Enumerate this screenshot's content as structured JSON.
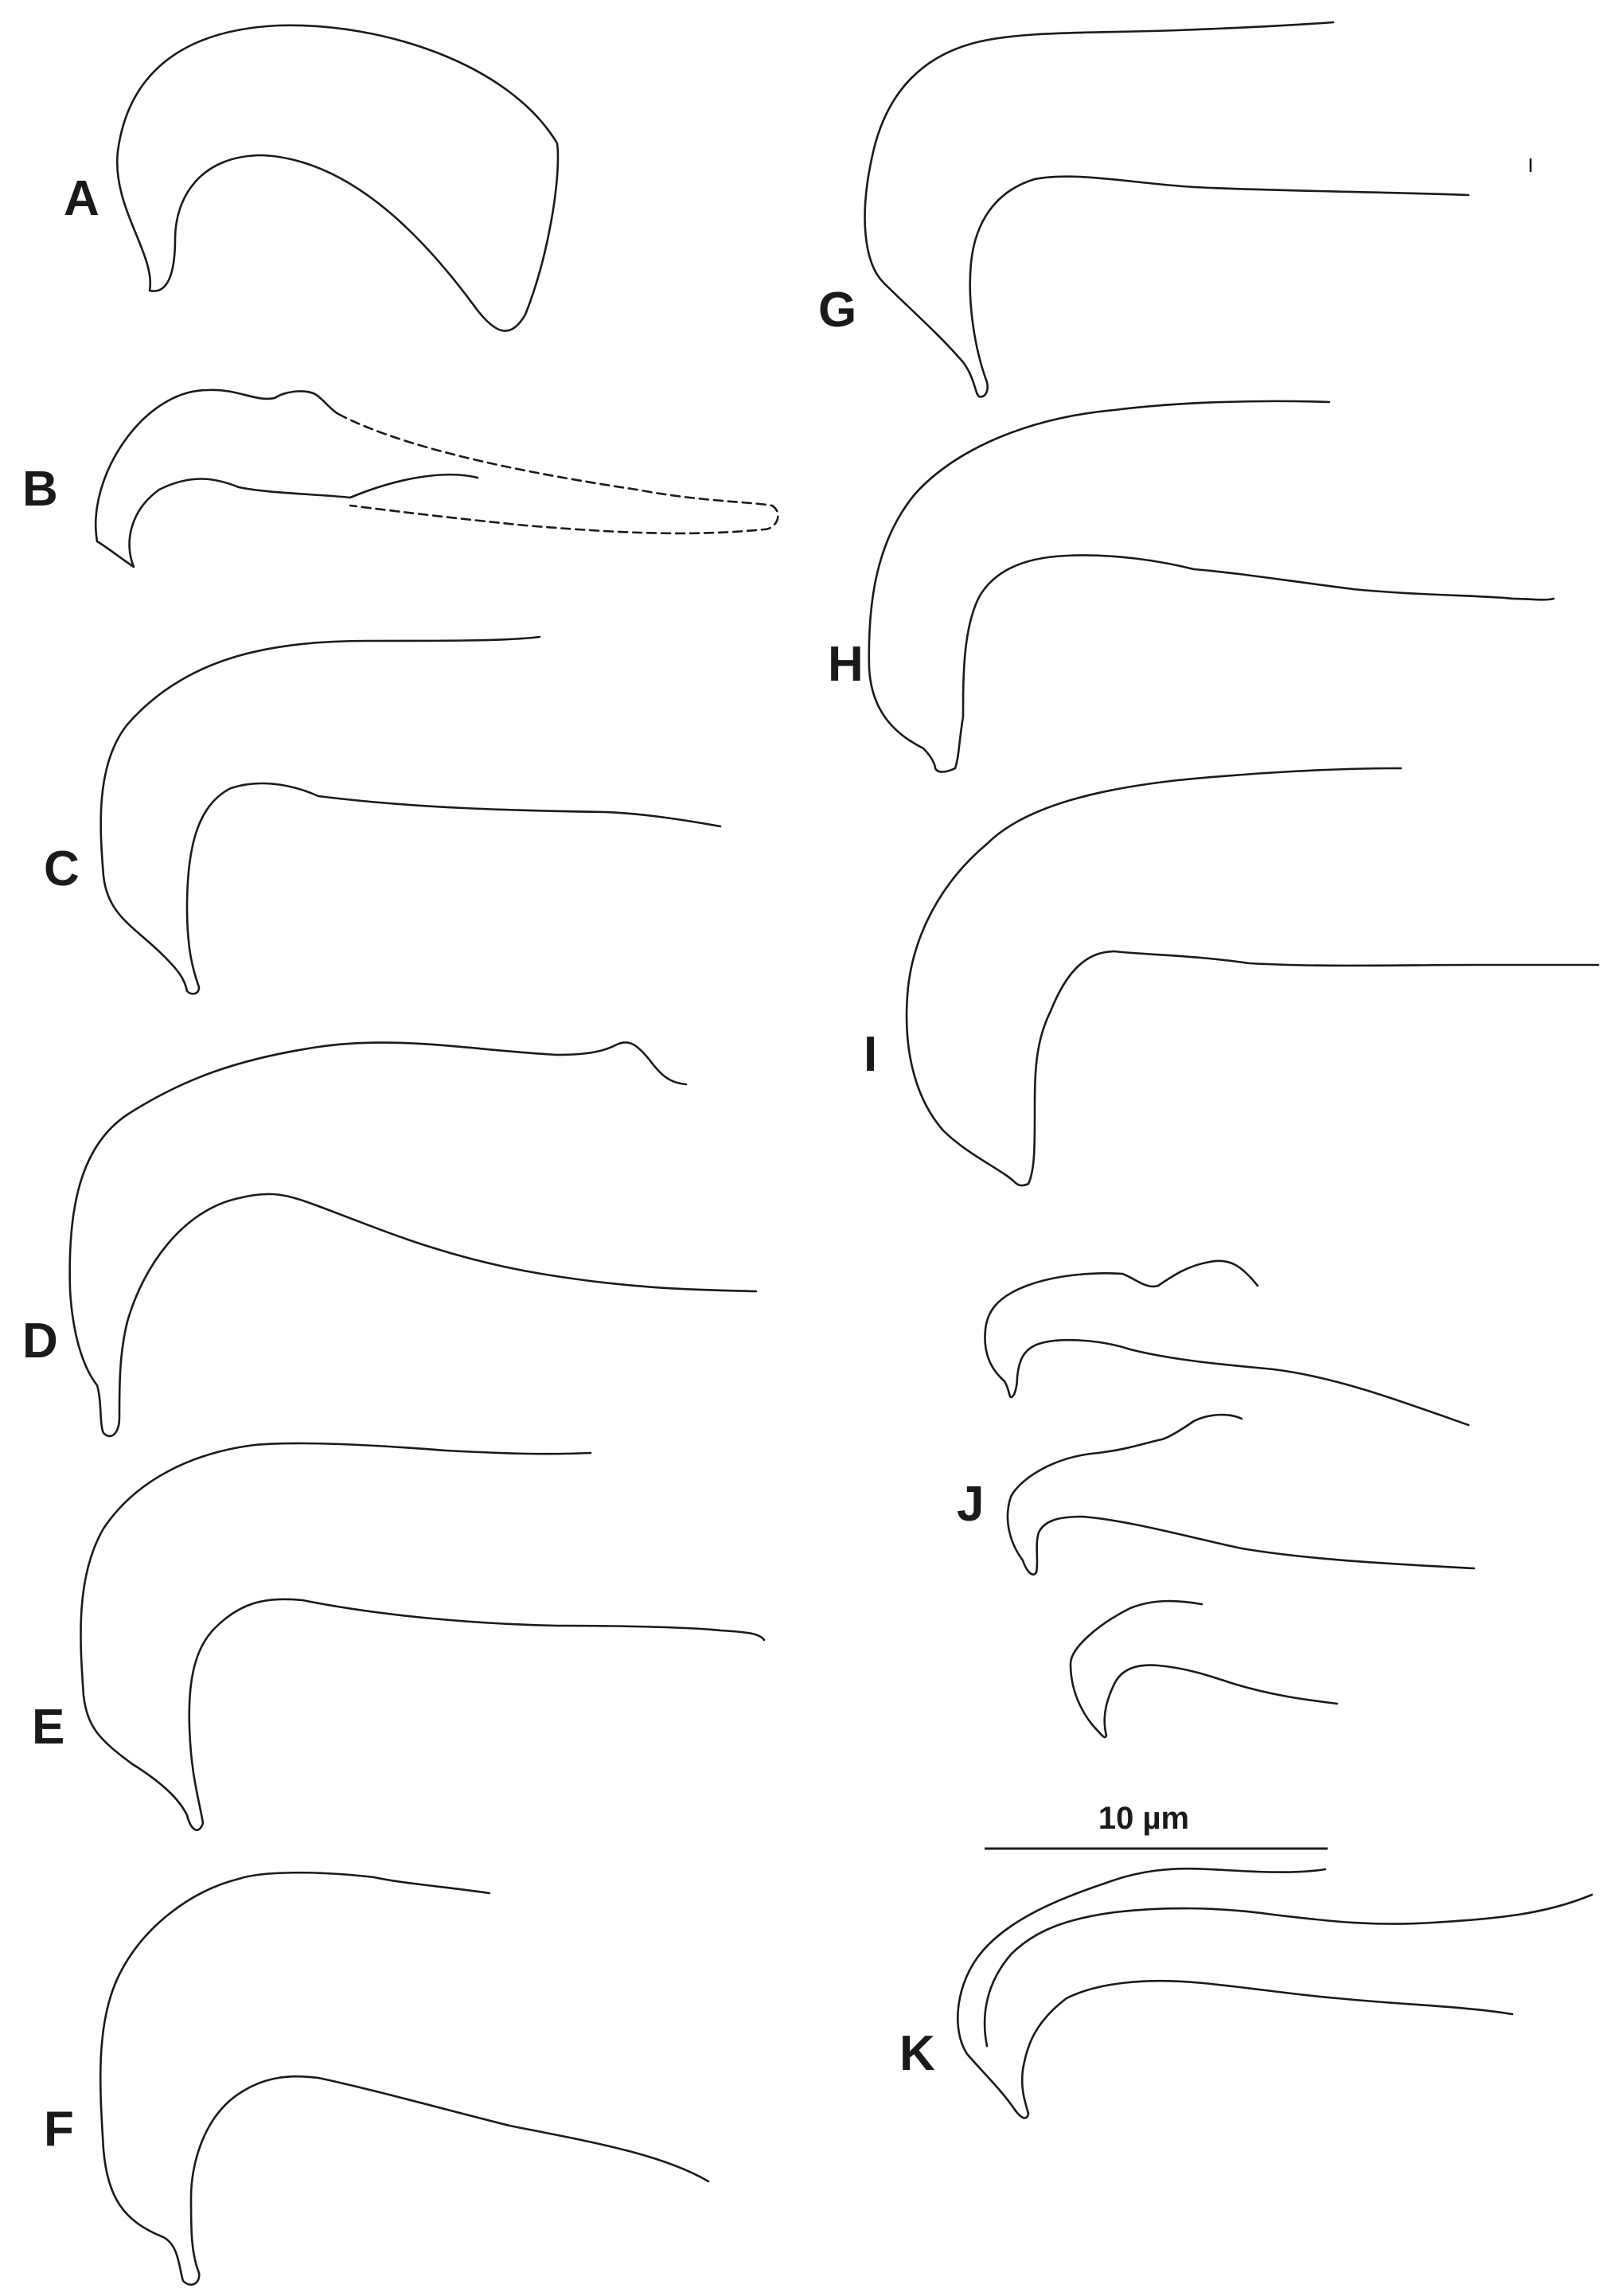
{
  "figure": {
    "panels": [
      {
        "id": "A",
        "label": "A"
      },
      {
        "id": "B",
        "label": "B"
      },
      {
        "id": "C",
        "label": "C"
      },
      {
        "id": "D",
        "label": "D"
      },
      {
        "id": "E",
        "label": "E"
      },
      {
        "id": "F",
        "label": "F"
      },
      {
        "id": "G",
        "label": "G"
      },
      {
        "id": "H",
        "label": "H"
      },
      {
        "id": "I",
        "label": "I"
      },
      {
        "id": "J",
        "label": "J"
      },
      {
        "id": "K",
        "label": "K"
      }
    ],
    "scale_bar": {
      "label": "10 µm"
    },
    "colors": {
      "stroke": "#1a1a1a",
      "background": "#ffffff"
    }
  }
}
